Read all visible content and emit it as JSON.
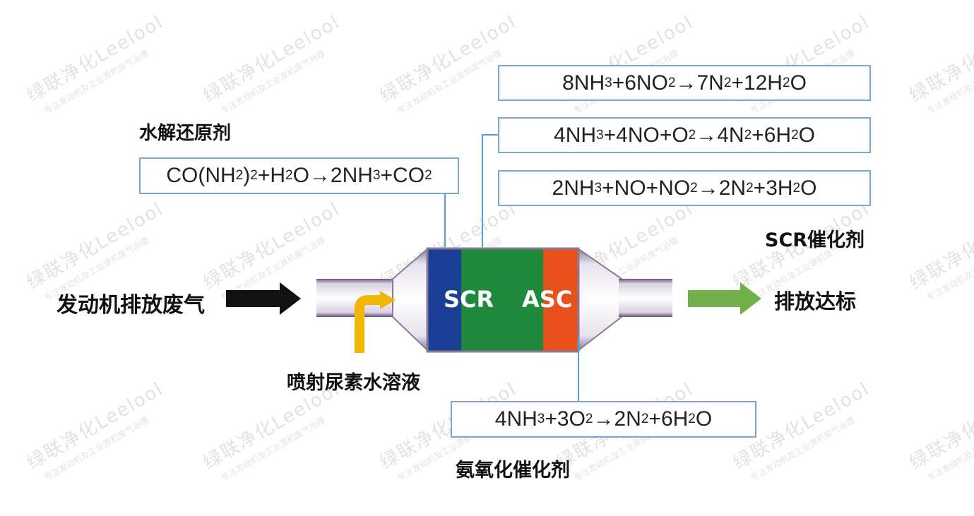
{
  "labels": {
    "hydrolysis_reductant": "水解还原剂",
    "engine_exhaust": "发动机排放废气",
    "urea_injection": "喷射尿素水溶液",
    "scr_catalyst": "SCR催化剂",
    "emission_compliant": "排放达标",
    "ammonia_oxidation_catalyst": "氨氧化催化剂"
  },
  "catalyst": {
    "scr": "SCR",
    "asc": "ASC"
  },
  "equations": {
    "urea": [
      {
        "t": "CO(NH"
      },
      {
        "s": "2"
      },
      {
        "t": ")"
      },
      {
        "s": "2"
      },
      {
        "t": "+H"
      },
      {
        "s": "2"
      },
      {
        "t": "O→2NH"
      },
      {
        "s": "3"
      },
      {
        "t": "+CO"
      },
      {
        "s": "2"
      }
    ],
    "scr_1": [
      {
        "t": "8NH"
      },
      {
        "s": "3"
      },
      {
        "t": "+6NO"
      },
      {
        "s": "2"
      },
      {
        "t": "→7N"
      },
      {
        "s": "2"
      },
      {
        "t": "+12H"
      },
      {
        "s": "2"
      },
      {
        "t": "O"
      }
    ],
    "scr_2": [
      {
        "t": "4NH"
      },
      {
        "s": "3"
      },
      {
        "t": "+4NO+O"
      },
      {
        "s": "2"
      },
      {
        "t": "→4N"
      },
      {
        "s": "2"
      },
      {
        "t": "+6H"
      },
      {
        "s": "2"
      },
      {
        "t": "O"
      }
    ],
    "scr_3": [
      {
        "t": "2NH"
      },
      {
        "s": "3"
      },
      {
        "t": "+NO+NO"
      },
      {
        "s": "2"
      },
      {
        "t": "→2N"
      },
      {
        "s": "2"
      },
      {
        "t": "+3H"
      },
      {
        "s": "2"
      },
      {
        "t": "O"
      }
    ],
    "asc": [
      {
        "t": "4NH"
      },
      {
        "s": "3"
      },
      {
        "t": "+3O"
      },
      {
        "s": "2"
      },
      {
        "t": "→2N"
      },
      {
        "s": "2"
      },
      {
        "t": "+6H"
      },
      {
        "s": "2"
      },
      {
        "t": "O"
      }
    ]
  },
  "watermark": {
    "main": "绿联净化Leelool",
    "sub": "专注发动机及工业源机废气治理"
  },
  "colors": {
    "scr_blue": "#1b3f96",
    "scr_green": "#1f8a3c",
    "asc_orange": "#e8501c",
    "exhaust_arrow": "#111111",
    "output_arrow": "#72b04a",
    "urea_arrow": "#f2b705",
    "box_border": "#7aa6cf",
    "connector": "#5b9bd5"
  }
}
